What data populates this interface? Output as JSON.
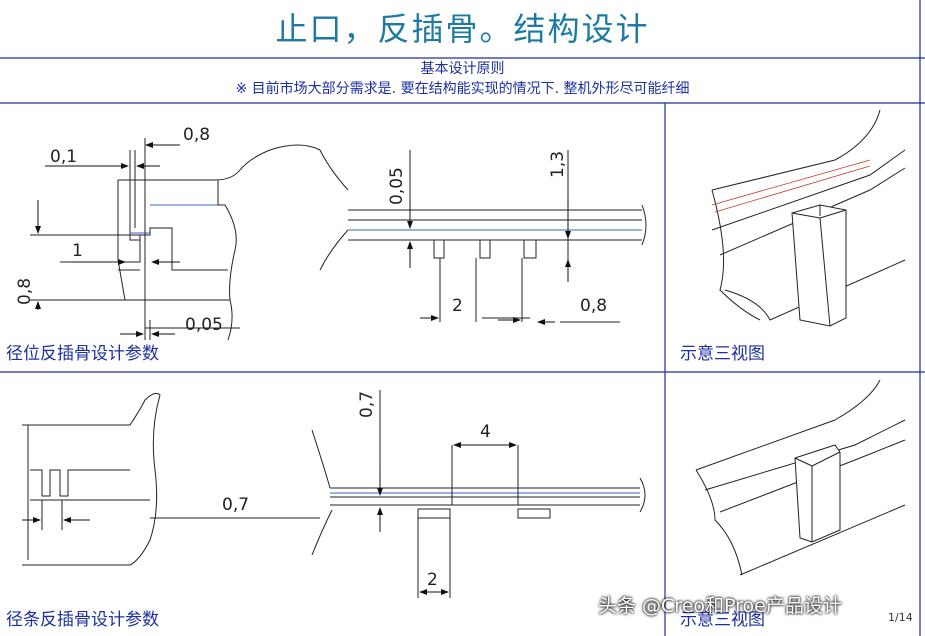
{
  "title": "止口，反插骨。结构设计",
  "principle": {
    "heading": "基本设计原则",
    "note": "※ 目前市场大部分需求是. 要在结构能实现的情况下. 整机外形尽可能纤细"
  },
  "panels": {
    "radial": {
      "caption": "径位反插骨设计参数",
      "dims": [
        "0,8",
        "0,1",
        "1",
        "0,8",
        "0,05"
      ]
    },
    "rib_top": {
      "dims": [
        "0,05",
        "1,3",
        "2",
        "0,8"
      ]
    },
    "view_top": {
      "caption": "示意三视图"
    },
    "strip": {
      "caption": "径条反插骨设计参数",
      "dims": [
        "0,7"
      ]
    },
    "rib_bottom": {
      "dims": [
        "0,7",
        "4",
        "2"
      ]
    },
    "view_bottom": {
      "caption": "示意三视图"
    }
  },
  "page_number": "1/14",
  "watermark": "头条 @Creo和Proe产品设计",
  "colors": {
    "title": "#1e7aa3",
    "text": "#1c2fa0",
    "frame": "#1c2fa0",
    "line": "#222222",
    "accent": "#c0392b"
  }
}
